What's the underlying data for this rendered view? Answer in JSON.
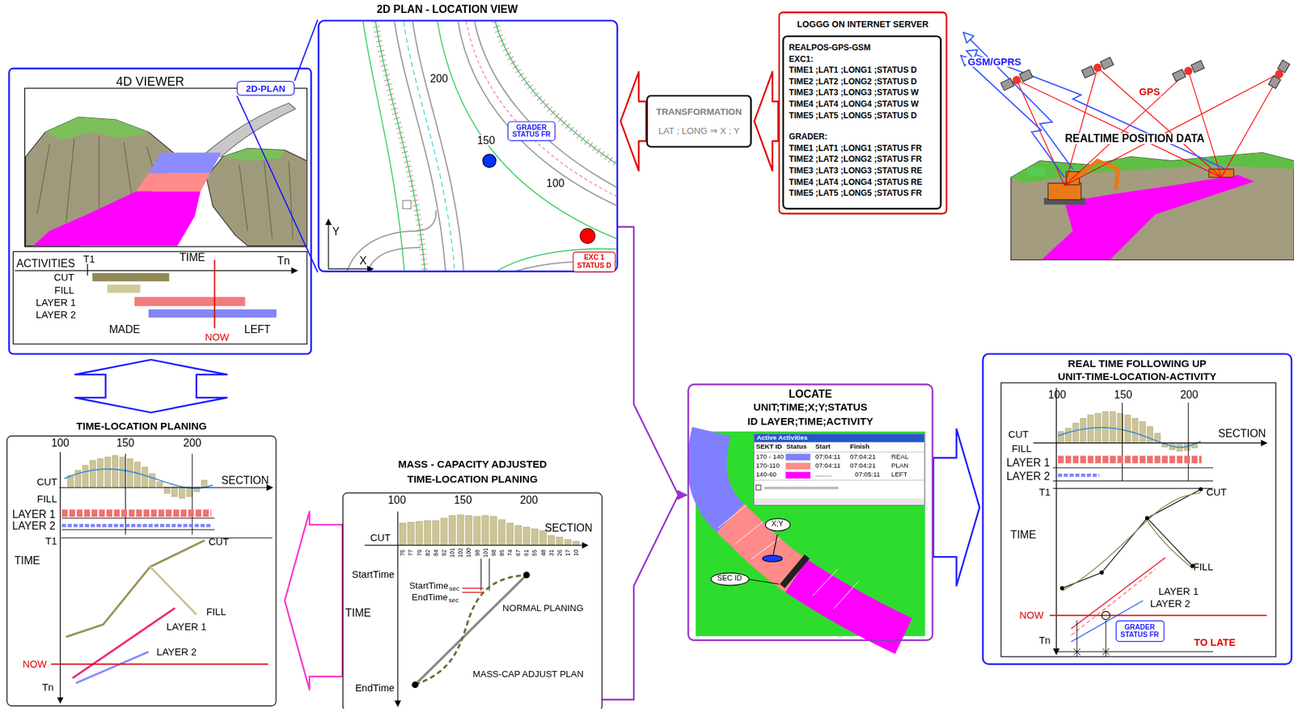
{
  "diagram": {
    "nodes": [
      {
        "text": [
          "4D VIEWER"
        ]
      },
      {
        "text": [
          "2D-PLAN"
        ],
        "in": 0
      },
      {
        "text": [
          "2D PLAN - LOCATION VIEW"
        ]
      },
      {
        "text": [
          "GRADER STATUS FR"
        ],
        "in": 2
      },
      {
        "text": [
          "EXC 1 STATUS D"
        ],
        "in": 2
      },
      {
        "text": [
          "TRANSFORMATION",
          "LAT ; LONG ⇒ X ; Y"
        ]
      },
      {
        "text": [
          "LOGGG ON INTERNET SERVER"
        ]
      },
      {
        "text": [
          "REALPOS-GPS-GSM",
          "EXC1:",
          "TIME1 ;LAT1 ;LONG1 ;STATUS D",
          "TIME2 ;LAT2 ;LONG2 ;STATUS D",
          "TIME3 ;LAT3 ;LONG3 ;STATUS W",
          "TIME4 ;LAT4 ;LONG4 ;STATUS W",
          "TIME5 ;LAT5 ;LONG5 ;STATUS D",
          "GRADER:",
          "TIME1 ;LAT1 ;LONG1 ;STATUS FR",
          "TIME2 ;LAT2 ;LONG2 ;STATUS FR",
          "TIME3 ;LAT3 ;LONG3 ;STATUS RE",
          "TIME4 ;LAT4 ;LONG4 ;STATUS RE",
          "TIME5 ;LAT5 ;LONG5 ;STATUS FR"
        ],
        "in": 6
      },
      {
        "text": [
          "LOCATE",
          "UNIT;TIME;X;Y;STATUS",
          "ID LAYER;TIME;ACTIVITY"
        ]
      },
      {
        "text": [
          "Active Activities"
        ],
        "in": 8
      },
      {
        "text": [
          "X;Y"
        ],
        "in": 8
      },
      {
        "text": [
          "SEC ID"
        ],
        "in": 8
      },
      {
        "text": [
          "REAL TIME FOLLOWING UP",
          "UNIT-TIME-LOCATION-ACTIVITY"
        ]
      },
      {
        "text": [
          "GRADER STATUS FR"
        ],
        "in": 12
      },
      {
        "text": [
          "TIME-LOCATION PLANING"
        ]
      },
      {
        "text": [
          "MASS - CAPACITY ADJUSTED",
          "TIME-LOCATION PLANING"
        ]
      }
    ],
    "edges": [
      {
        "from": 1,
        "to": 2,
        "arrow": "none"
      },
      {
        "from": 6,
        "to": 5,
        "arrow": "to"
      },
      {
        "from": 5,
        "to": 2,
        "arrow": "to"
      },
      {
        "from": 0,
        "to": 14,
        "arrow": "both"
      },
      {
        "from": 15,
        "to": 14,
        "arrow": "to"
      },
      {
        "from": 2,
        "to": 8,
        "arrow": "to"
      },
      {
        "from": 15,
        "to": 8,
        "arrow": "to"
      },
      {
        "from": 8,
        "to": 12,
        "arrow": "to"
      }
    ],
    "labels": [
      "ACTIVITIES",
      "T1",
      "TIME",
      "Tn",
      "CUT",
      "FILL",
      "LAYER 1",
      "LAYER 2",
      "MADE",
      "NOW",
      "LEFT",
      "200",
      "150",
      "100",
      "Y",
      "X",
      "GSM/GPRS",
      "GPS",
      "REALTIME POSITION DATA",
      "SEKT ID",
      "Status",
      "Start",
      "Finish",
      "170 - 140",
      "07:04:11",
      "07:04:21",
      "REAL",
      "170-110",
      "07:04:11",
      "07:04:21",
      "PLAN",
      "140-60",
      ".........",
      "07:05:11",
      "LEFT",
      "100",
      "150",
      "200",
      "SECTION",
      "CUT",
      "FILL",
      "LAYER 1",
      "LAYER 2",
      "T1",
      "TIME",
      "CUT",
      "FILL",
      "LAYER 1",
      "LAYER 2",
      "NOW",
      "Tn",
      "TO LATE",
      "100",
      "150",
      "200",
      "CUT",
      "SECTION",
      "FILL",
      "LAYER 1",
      "LAYER 2",
      "T1",
      "TIME",
      "CUT",
      "FILL",
      "LAYER 1",
      "LAYER 2",
      "NOW",
      "Tn",
      "100",
      "150",
      "200",
      "CUT",
      "SECTION",
      "75",
      "77",
      "79",
      "82",
      "84",
      "92",
      "101",
      "102",
      "100",
      "98",
      "101",
      "98",
      "85",
      "74",
      "67",
      "61",
      "55",
      "48",
      "31",
      "26",
      "17",
      "10",
      "StartTime",
      "StartTime",
      "sec",
      "EndTime",
      "sec",
      "NORMAL PLANING",
      "TIME",
      "MASS-CAP ADJUST PLAN",
      "EndTime"
    ]
  }
}
